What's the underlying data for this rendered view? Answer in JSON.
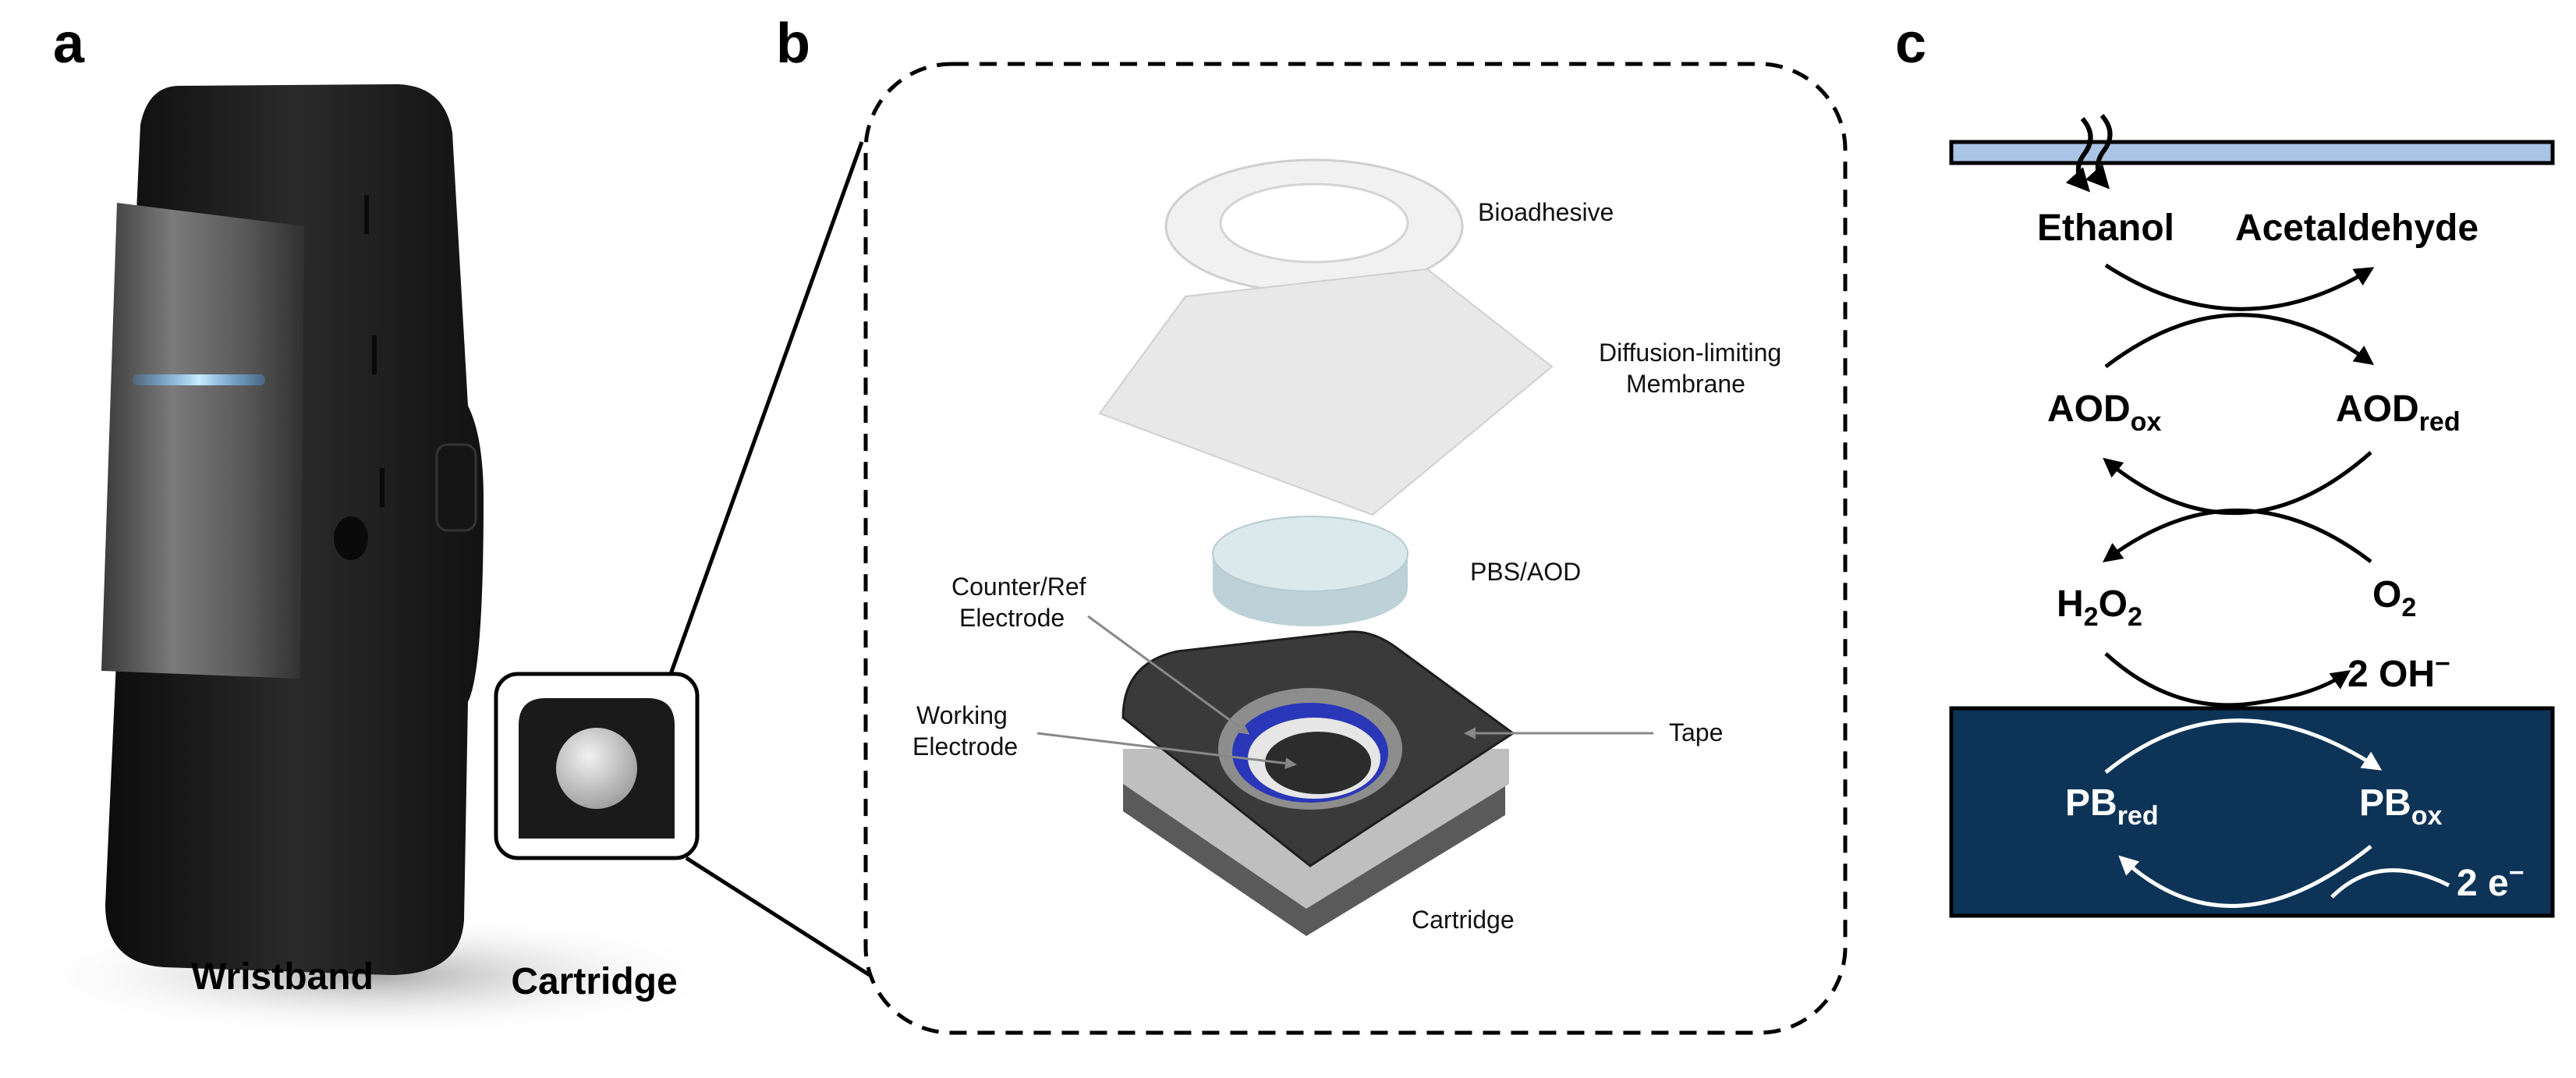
{
  "panels": {
    "a": {
      "letter": "a",
      "labels": {
        "wristband": "Wristband",
        "cartridge": "Cartridge"
      }
    },
    "b": {
      "letter": "b",
      "layers": {
        "bioadhesive": "Bioadhesive",
        "membrane_line1": "Diffusion-limiting",
        "membrane_line2": "Membrane",
        "pbs_aod": "PBS/AOD",
        "counter_line1": "Counter/Ref",
        "counter_line2": "Electrode",
        "working_line1": "Working",
        "working_line2": "Electrode",
        "tape": "Tape",
        "cartridge": "Cartridge"
      }
    },
    "c": {
      "letter": "c",
      "species": {
        "ethanol": "Ethanol",
        "acetaldehyde": "Acetaldehyde",
        "aod": "AOD",
        "ox": "ox",
        "red": "red",
        "h": "H",
        "o": "O",
        "two": "2",
        "o2_base": "O",
        "two_oh": "2 OH",
        "minus": "−",
        "pb": "PB",
        "two_e": "2 e"
      }
    }
  },
  "colors": {
    "skin_layer": "#a9c4e4",
    "electrode_block": "#0d3457",
    "electrode_ring": "#2a37b8",
    "band": "#1e1e1e"
  }
}
